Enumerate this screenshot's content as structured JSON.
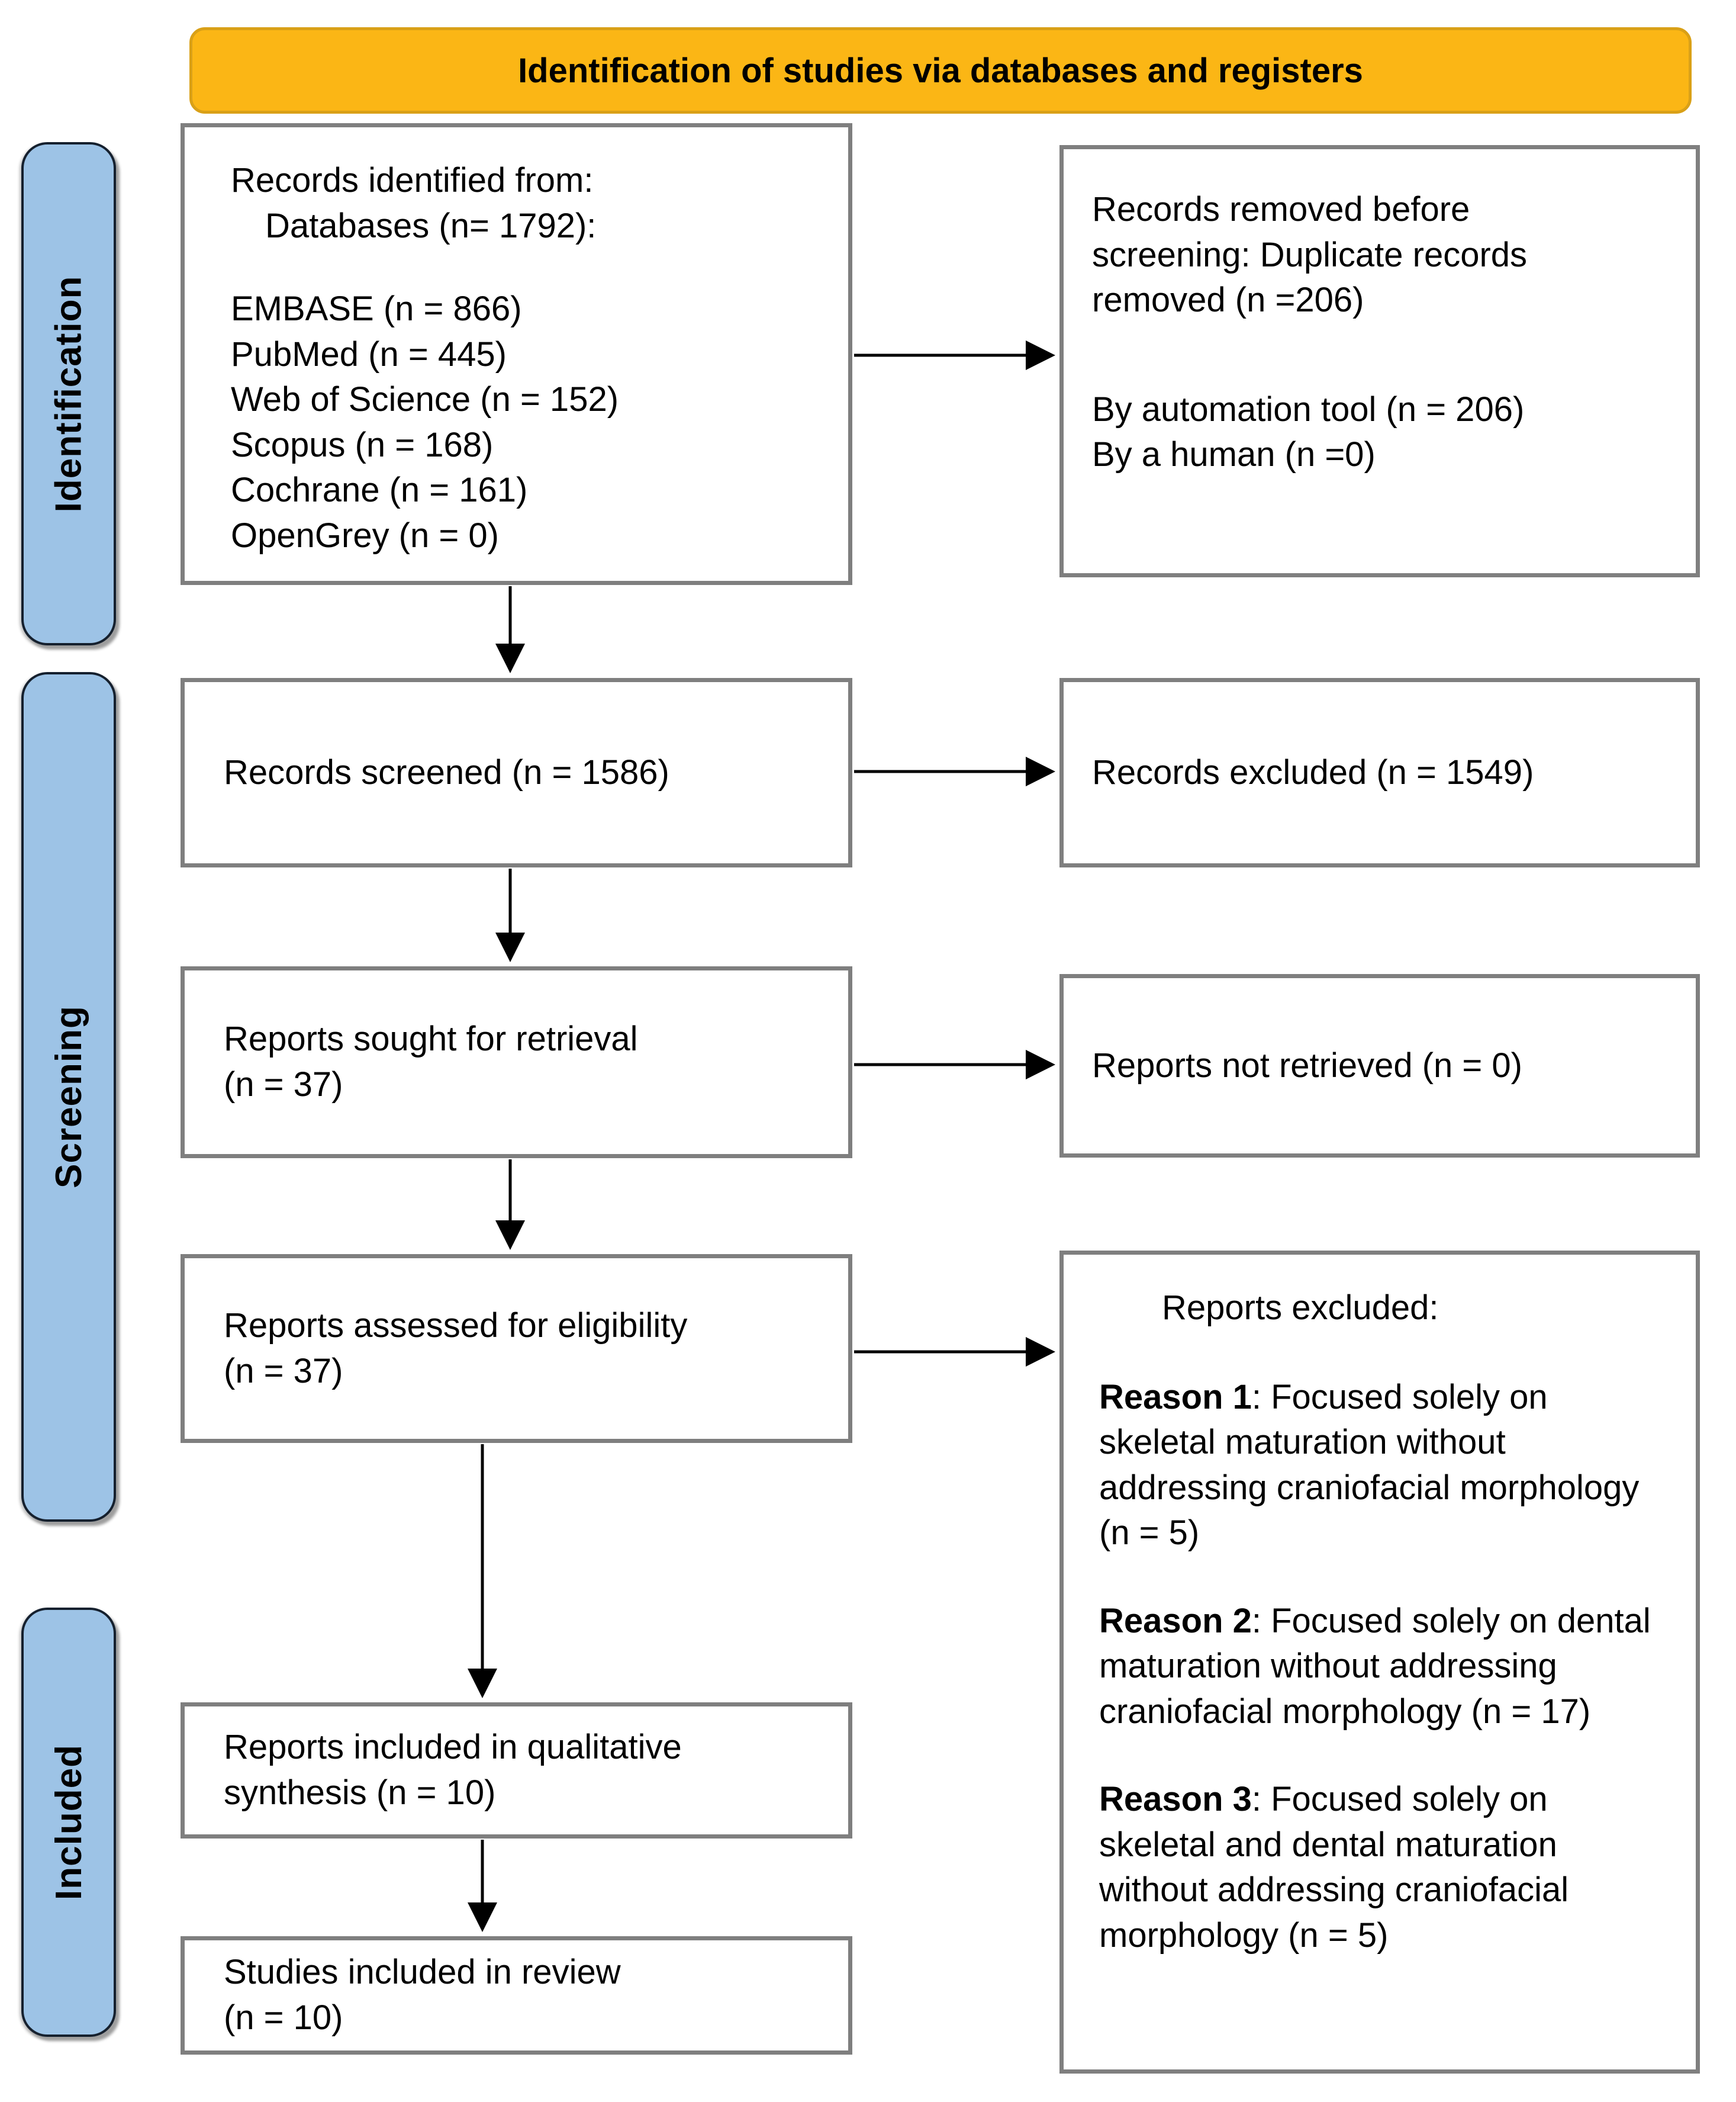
{
  "header": {
    "title": "Identification of studies via databases and registers"
  },
  "sidebar": {
    "identification": "Identification",
    "screening": "Screening",
    "included": "Included"
  },
  "boxes": {
    "records_identified": {
      "line1": "Records identified from:",
      "line2": "Databases (n= 1792):",
      "items": [
        "EMBASE (n = 866)",
        "PubMed (n = 445)",
        "Web of Science (n = 152)",
        "Scopus (n = 168)",
        "Cochrane (n = 161)",
        "OpenGrey (n = 0)"
      ]
    },
    "records_removed": {
      "para1": "Records removed before screening: Duplicate records removed (n =206)",
      "line_a": "By automation tool (n = 206)",
      "line_b": "By a human (n =0)"
    },
    "records_screened": {
      "label": "Records screened (n = 1586)"
    },
    "records_excluded": {
      "label": "Records excluded (n = 1549)"
    },
    "reports_sought": {
      "line1": "Reports sought for retrieval",
      "line2": "(n = 37)"
    },
    "reports_not_retrieved": {
      "label": "Reports not retrieved (n = 0)"
    },
    "reports_assessed": {
      "line1": "Reports assessed for eligibility",
      "line2": "(n = 37)"
    },
    "reports_excluded": {
      "title": "Reports excluded:",
      "reasons": [
        {
          "label": "Reason 1",
          "text": ": Focused solely on skeletal maturation without addressing craniofacial morphology (n = 5)"
        },
        {
          "label": "Reason 2",
          "text": ": Focused solely on dental maturation without addressing craniofacial morphology (n = 17)"
        },
        {
          "label": "Reason 3",
          "text": ": Focused solely on skeletal and dental maturation without addressing craniofacial morphology (n = 5)"
        }
      ]
    },
    "reports_included": {
      "line1": "Reports included in qualitative",
      "line2": "synthesis (n = 10)"
    },
    "studies_included": {
      "line1": "Studies included in review",
      "line2": "(n = 10)"
    }
  },
  "colors": {
    "header_bg": "#FBB615",
    "header_border": "#D9A017",
    "sidebar_bg": "#9DC3E6",
    "box_border": "#7F7F7F",
    "arrow": "#000000"
  }
}
